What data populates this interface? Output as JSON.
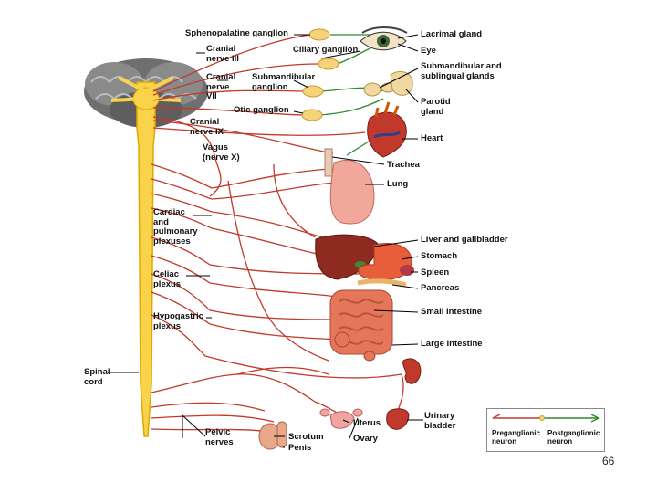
{
  "labels": {
    "sphenopalatine": "Sphenopalatine ganglion",
    "cranial3": "Cranial\nnerve III",
    "ciliary": "Ciliary ganglion",
    "cranial7": "Cranial\nnerve\nVII",
    "submand_ganglion": "Submandibular\nganglion",
    "otic": "Otic ganglion",
    "cranial9": "Cranial\nnerve IX",
    "vagus": "Vagus\n(nerve X)",
    "cardiac": "Cardiac\nand\npulmonary\nplexuses",
    "celiac": "Celiac\nplexus",
    "hypogastric": "Hypogastric\nplexus",
    "spinal": "Spinal\ncord",
    "pelvic": "Pelvic\nnerves",
    "scrotum": "Scrotum",
    "penis": "Penis",
    "uterus": "Uterus",
    "ovary": "Ovary",
    "lacrimal": "Lacrimal gland",
    "eye": "Eye",
    "submand_glands": "Submandibular and\nsublingual glands",
    "parotid": "Parotid\ngland",
    "heart": "Heart",
    "trachea": "Trachea",
    "lung": "Lung",
    "liver": "Liver and gallbladder",
    "stomach": "Stomach",
    "spleen": "Spleen",
    "pancreas": "Pancreas",
    "small_int": "Small intestine",
    "large_int": "Large intestine",
    "bladder": "Urinary\nbladder"
  },
  "legend": {
    "pre": "Preganglionic\nneuron",
    "post": "Postganglionic\nneuron"
  },
  "colors": {
    "preganglionic": "#c0392b",
    "postganglionic": "#2e8b2e",
    "spinal_cord": "#f9d44a"
  },
  "page_number": "66"
}
